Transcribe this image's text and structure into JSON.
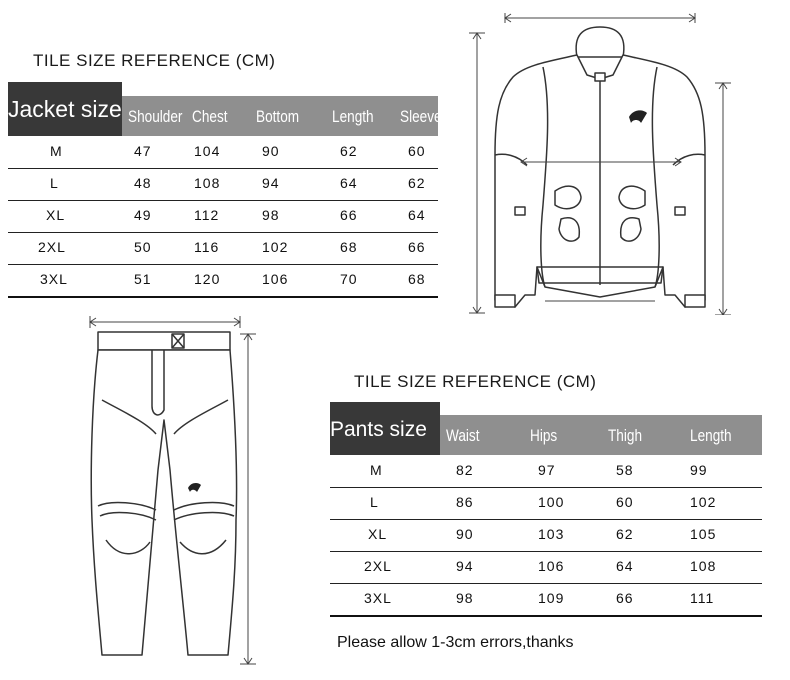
{
  "jacket": {
    "title": "TILE SIZE REFERENCE (CM)",
    "header_label": "Jacket size",
    "columns": [
      "Shoulder",
      "Chest",
      "Bottom",
      "Length",
      "Sleeve"
    ],
    "rows": [
      {
        "size": "M",
        "values": [
          "47",
          "104",
          "90",
          "62",
          "60"
        ]
      },
      {
        "size": "L",
        "values": [
          "48",
          "108",
          "94",
          "64",
          "62"
        ]
      },
      {
        "size": "XL",
        "values": [
          "49",
          "112",
          "98",
          "66",
          "64"
        ]
      },
      {
        "size": "2XL",
        "values": [
          "50",
          "116",
          "102",
          "68",
          "66"
        ]
      },
      {
        "size": "3XL",
        "values": [
          "51",
          "120",
          "106",
          "70",
          "68"
        ]
      }
    ]
  },
  "pants": {
    "title": "TILE SIZE REFERENCE (CM)",
    "header_label": "Pants size",
    "columns": [
      "Waist",
      "Hips",
      "Thigh",
      "Length"
    ],
    "rows": [
      {
        "size": "M",
        "values": [
          "82",
          "97",
          "58",
          "99"
        ]
      },
      {
        "size": "L",
        "values": [
          "86",
          "100",
          "60",
          "102"
        ]
      },
      {
        "size": "XL",
        "values": [
          "90",
          "103",
          "62",
          "105"
        ]
      },
      {
        "size": "2XL",
        "values": [
          "94",
          "106",
          "64",
          "108"
        ]
      },
      {
        "size": "3XL",
        "values": [
          "98",
          "109",
          "66",
          "111"
        ]
      }
    ]
  },
  "note": "Please allow 1-3cm errors,thanks",
  "colors": {
    "header_bar": "#8f8f8f",
    "header_label_bg": "#383838",
    "rule": "#222222"
  },
  "illustrations": [
    "jacket-diagram",
    "pants-diagram"
  ]
}
